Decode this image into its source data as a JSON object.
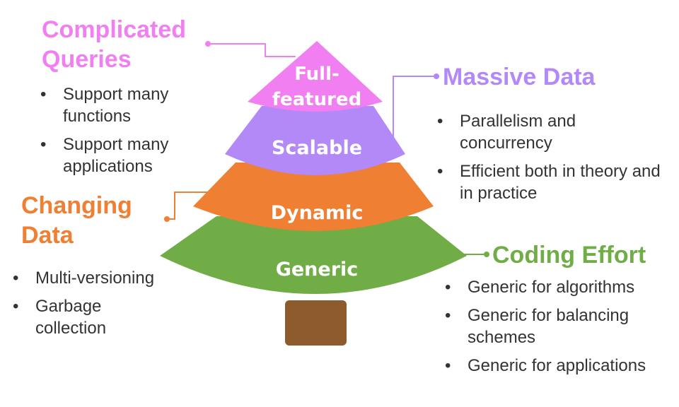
{
  "colors": {
    "full_featured": "#f27ff2",
    "scalable": "#b388f7",
    "dynamic": "#ef7f33",
    "generic": "#70ad47",
    "trunk": "#8e5b2d",
    "bullet_text": "#333333"
  },
  "tree": {
    "tier_top_line1": "Full-",
    "tier_top_line2": "featured",
    "tier_scalable": "Scalable",
    "tier_dynamic": "Dynamic",
    "tier_generic": "Generic"
  },
  "complicated_queries": {
    "heading_line1": "Complicated",
    "heading_line2": "Queries",
    "bullets": [
      "Support many functions",
      "Support many applications"
    ]
  },
  "massive_data": {
    "heading": "Massive Data",
    "bullets": [
      "Parallelism and concurrency",
      "Efficient both in theory and in practice"
    ]
  },
  "changing_data": {
    "heading_line1": "Changing",
    "heading_line2": "Data",
    "bullets": [
      "Multi-versioning",
      "Garbage collection"
    ]
  },
  "coding_effort": {
    "heading": "Coding Effort",
    "bullets": [
      "Generic for algorithms",
      "Generic for balancing schemes",
      "Generic for applications"
    ]
  }
}
